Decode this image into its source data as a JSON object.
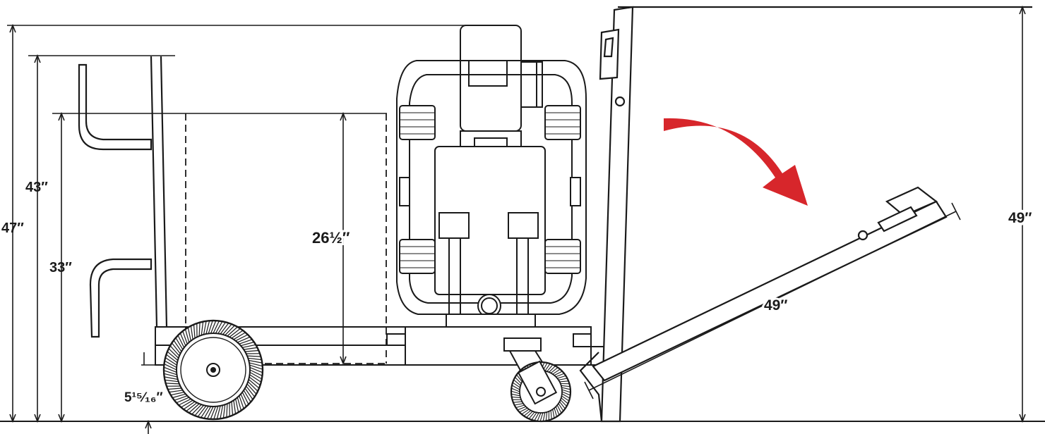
{
  "dimensions": {
    "overall_height": "47″",
    "handle_height": "43″",
    "tank_top_height": "33″",
    "tank_height": "26½″",
    "deck_clearance": "5¹⁵⁄₁₆″",
    "handle_length": "49″",
    "handle_raised_height": "49″"
  },
  "colors": {
    "line": "#1a1a1a",
    "arrow": "#d7262b",
    "background": "#ffffff"
  },
  "icons": {
    "rotation_arrow": "curved-arrow-icon"
  }
}
